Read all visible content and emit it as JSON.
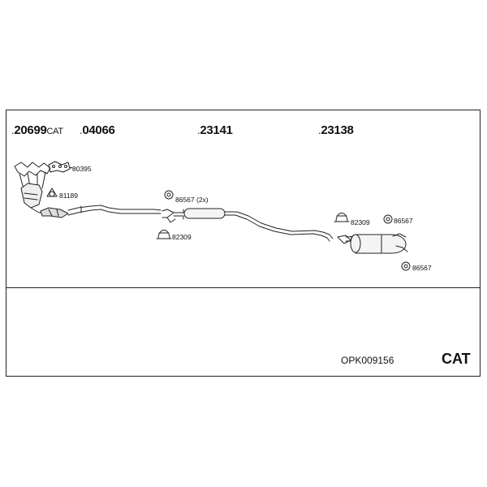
{
  "parts": {
    "cat_converter": {
      "number": "20699",
      "suffix": "CAT"
    },
    "front_pipe": {
      "number": "04066"
    },
    "middle_silencer": {
      "number": "23141"
    },
    "rear_silencer": {
      "number": "23138"
    }
  },
  "callouts": {
    "gasket_manifold": "80395",
    "gasket_ring": "81189",
    "rubber_mount_mid": "86567 (2x)",
    "clamp_mid": "82309",
    "clamp_rear": "82309",
    "rubber_mount_rear_top": "86567",
    "rubber_mount_rear_bottom": "86567"
  },
  "kit": {
    "code": "OPK009156",
    "type": "CAT"
  }
}
